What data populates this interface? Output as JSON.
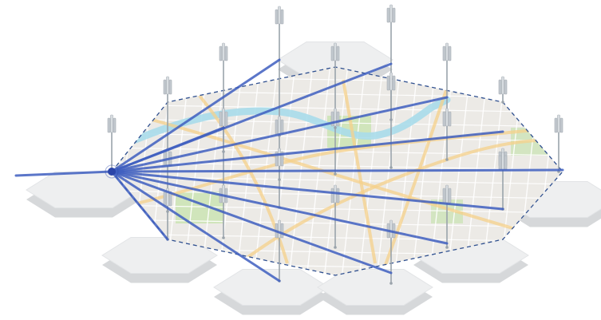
{
  "colors": {
    "background": "#ffffff",
    "tile_top": "#eeeff0",
    "tile_side": "#d6d8da",
    "map_base": "#eceae6",
    "map_road_minor": "#ffffff",
    "map_road_major": "#f6d08a",
    "map_river": "#a9dcea",
    "map_park": "#c9e3b0",
    "boundary_dash": "#2e4f8f",
    "beam": "#3f5fc0",
    "tower": "#9aa3ab",
    "antenna": "#c3c9cf",
    "hub_node": "#2b45a8"
  },
  "icons": {
    "tower": "cell-tower-icon",
    "hub": "transmitter-node-icon"
  },
  "diagram": {
    "type": "mesh-network-illustration",
    "tower_count": 20,
    "beam_count": 12,
    "hub_count": 1,
    "tile_count": 7
  }
}
